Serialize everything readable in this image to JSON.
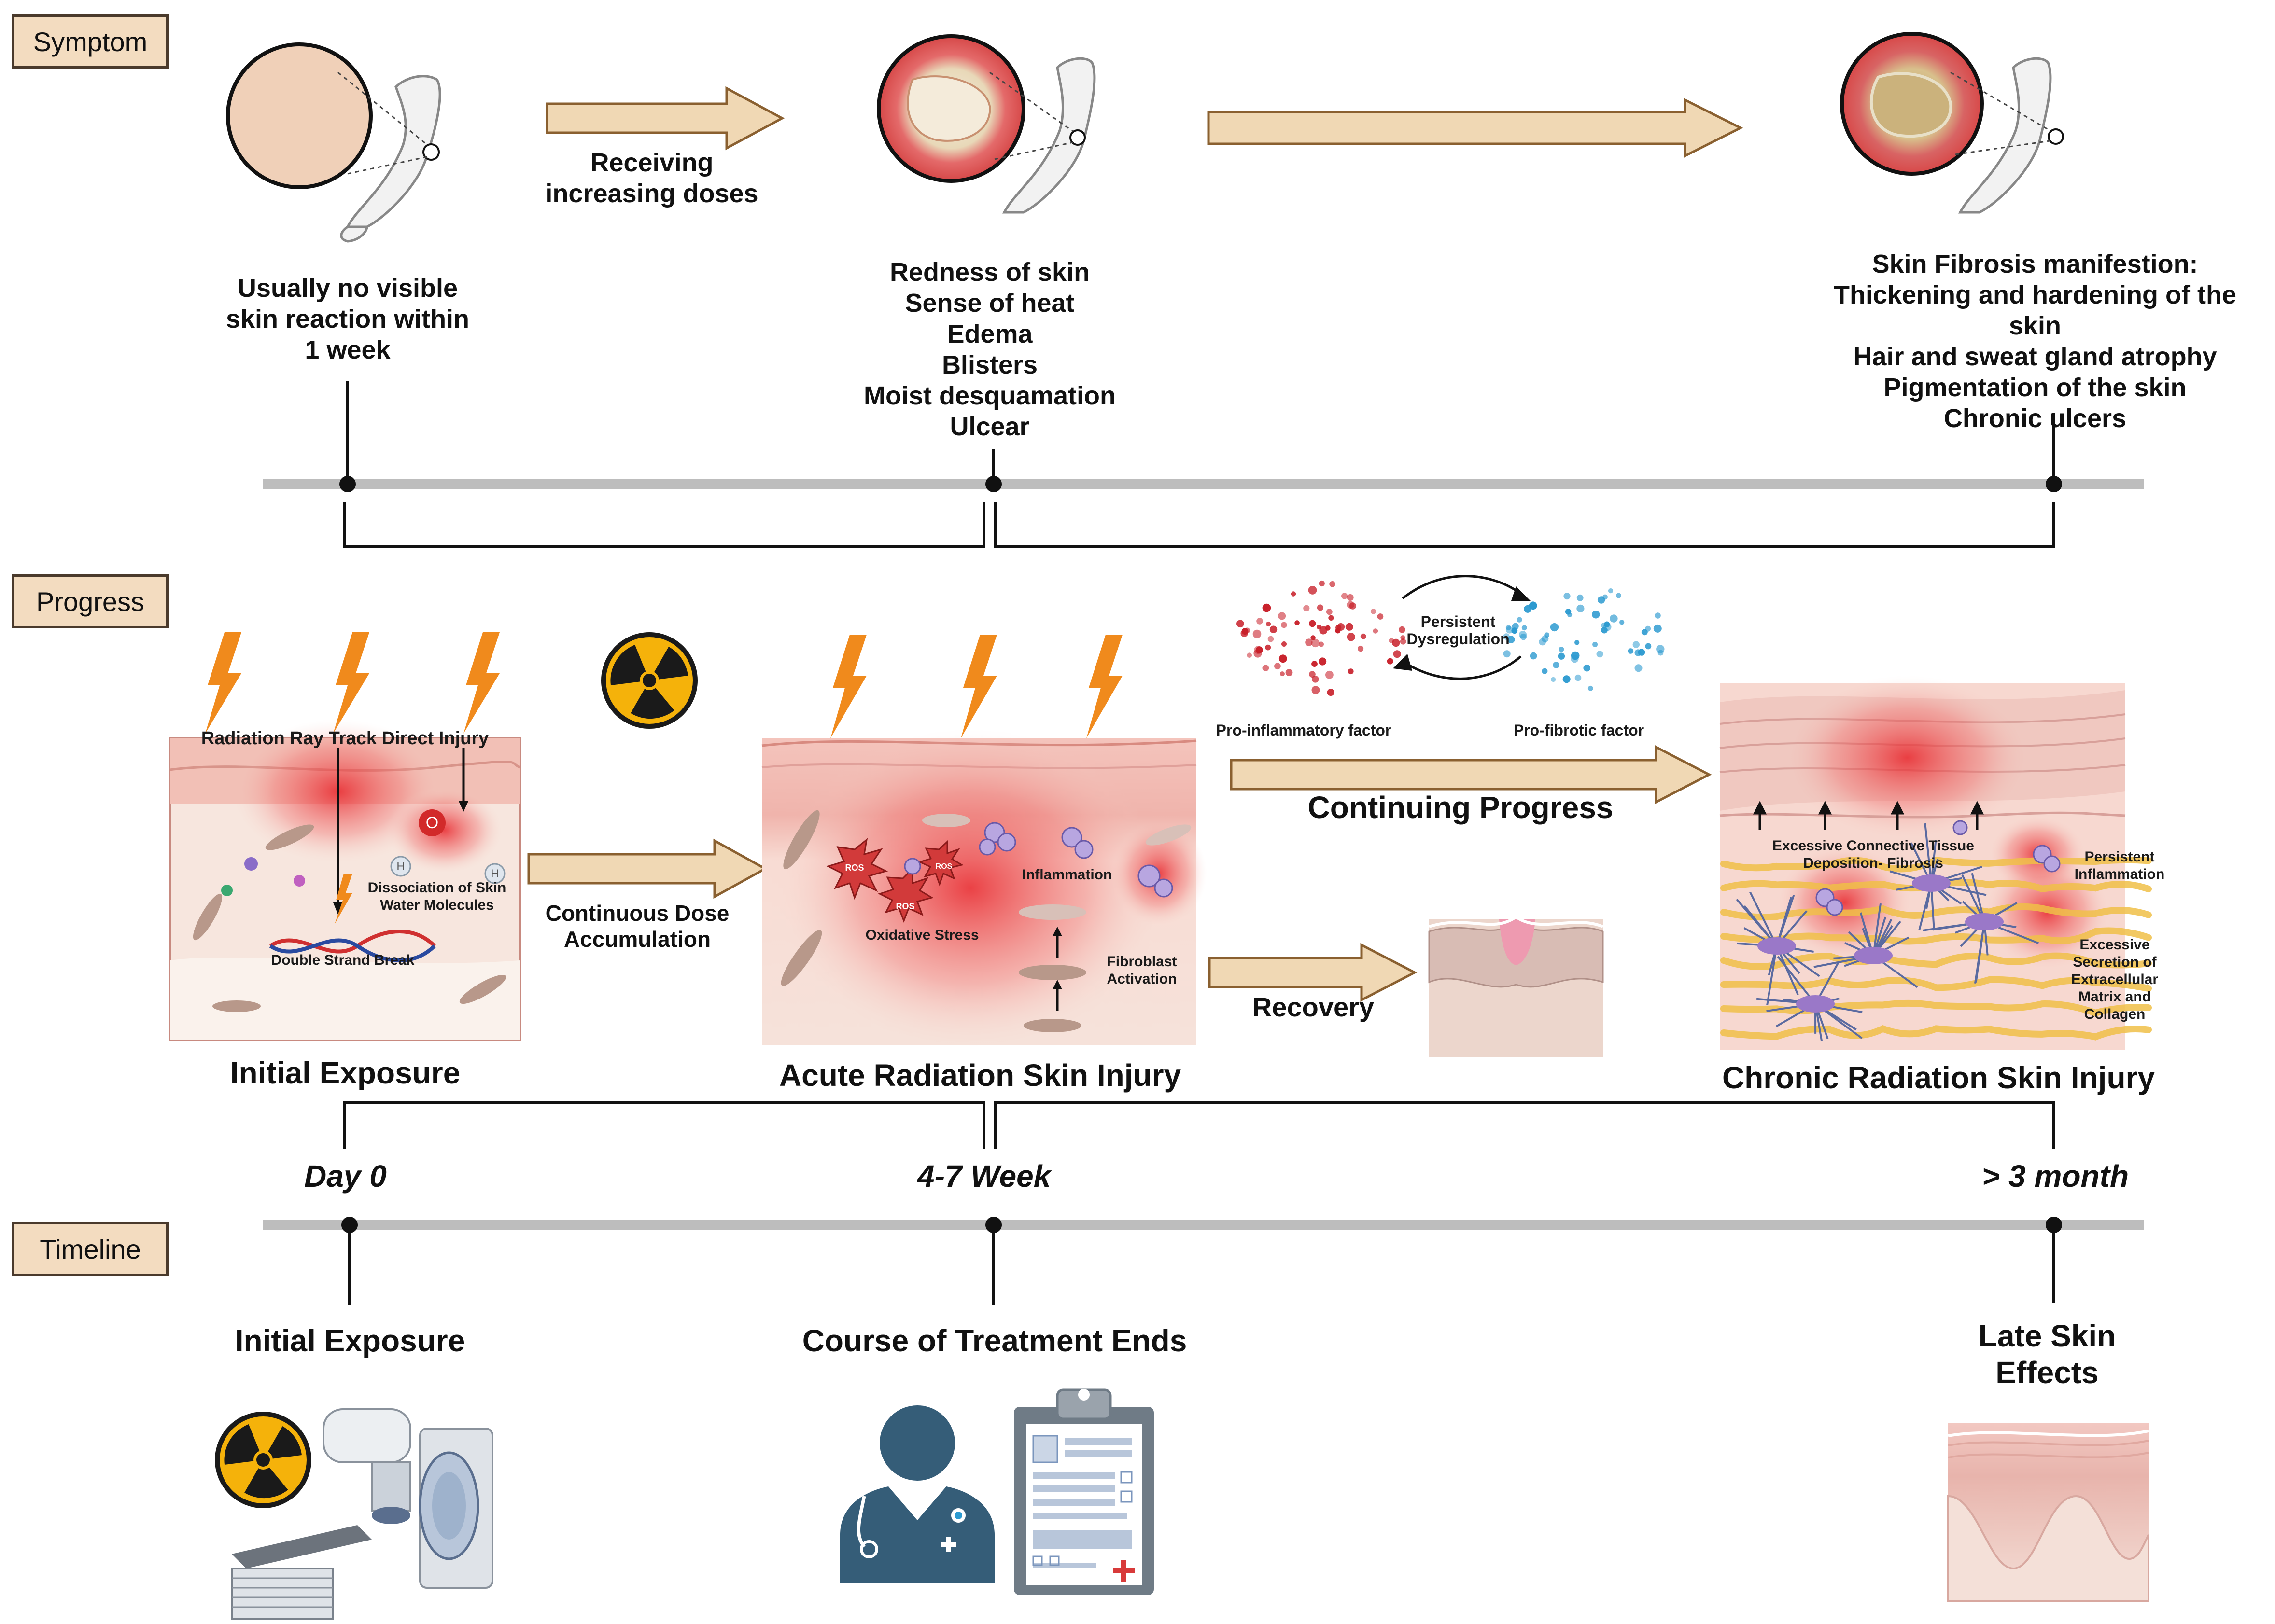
{
  "sections": {
    "symptom": "Symptom",
    "progress": "Progress",
    "timeline": "Timeline"
  },
  "symptom": {
    "stage1": [
      "Usually no visible",
      "skin reaction within",
      "1 week"
    ],
    "arrow1_label": [
      "Receiving",
      "increasing doses"
    ],
    "stage2": [
      "Redness of skin",
      "Sense of heat",
      "Edema",
      "Blisters",
      "Moist desquamation",
      "Ulcear"
    ],
    "stage3": [
      "Skin Fibrosis manifestion:",
      "Thickening and hardening of the skin",
      "Hair and sweat gland atrophy",
      "Pigmentation of the skin",
      "Chronic ulcers"
    ]
  },
  "progress": {
    "initial": {
      "title": "Initial Exposure",
      "direct_injury": "Radiation Ray Track Direct Injury",
      "dissociation": [
        "Dissociation of Skin",
        "Water Molecules"
      ],
      "dsb": "Double Strand Break",
      "o_label": "O",
      "h_label": "H"
    },
    "arrow_dose": [
      "Continuous Dose",
      "Accumulation"
    ],
    "acute": {
      "title": "Acute Radiation Skin Injury",
      "ros": "ROS",
      "oxidative": "Oxidative Stress",
      "inflammation": "Inflammation",
      "fibroblast": [
        "Fibroblast",
        "Activation"
      ]
    },
    "cycle": {
      "persistent": [
        "Persistent",
        "Dysregulation"
      ],
      "proinflammatory": "Pro-inflammatory factor",
      "profibrotic": "Pro-fibrotic factor"
    },
    "continuing": "Continuing Progress",
    "recovery": "Recovery",
    "chronic": {
      "title": "Chronic Radiation Skin Injury",
      "connective": [
        "Excessive Connective Tissue",
        "Deposition- Fibrosis"
      ],
      "persistent_infl": [
        "Persistent",
        "Inflammation"
      ],
      "ecm": [
        "Excessive",
        "Secretion of",
        "Extracellular",
        "Matrix and",
        "Collagen"
      ]
    }
  },
  "timeline": {
    "day0": "Day 0",
    "week": "4-7 Week",
    "month": "> 3 month",
    "initial": "Initial Exposure",
    "treatment_end": "Course of Treatment Ends",
    "late": [
      "Late Skin",
      "Effects"
    ]
  },
  "colors": {
    "tag_fill": "#f3dcc0",
    "arrow_fill": "#f0d8b4",
    "arrow_stroke": "#8a6030",
    "axis_gray": "#bdbdbd",
    "bolt": "#f08a1c",
    "skin_pink": "#f7d6cc",
    "inflammation_red": "#e8262c",
    "pro_inflammatory": "#c8202a",
    "pro_fibrotic": "#2c9ad0",
    "doctor_blue": "#355d78"
  },
  "icons": [
    "lightning-bolt-icon",
    "radiation-icon",
    "arm-icon",
    "doctor-icon",
    "clipboard-icon",
    "linac-machine-icon"
  ]
}
